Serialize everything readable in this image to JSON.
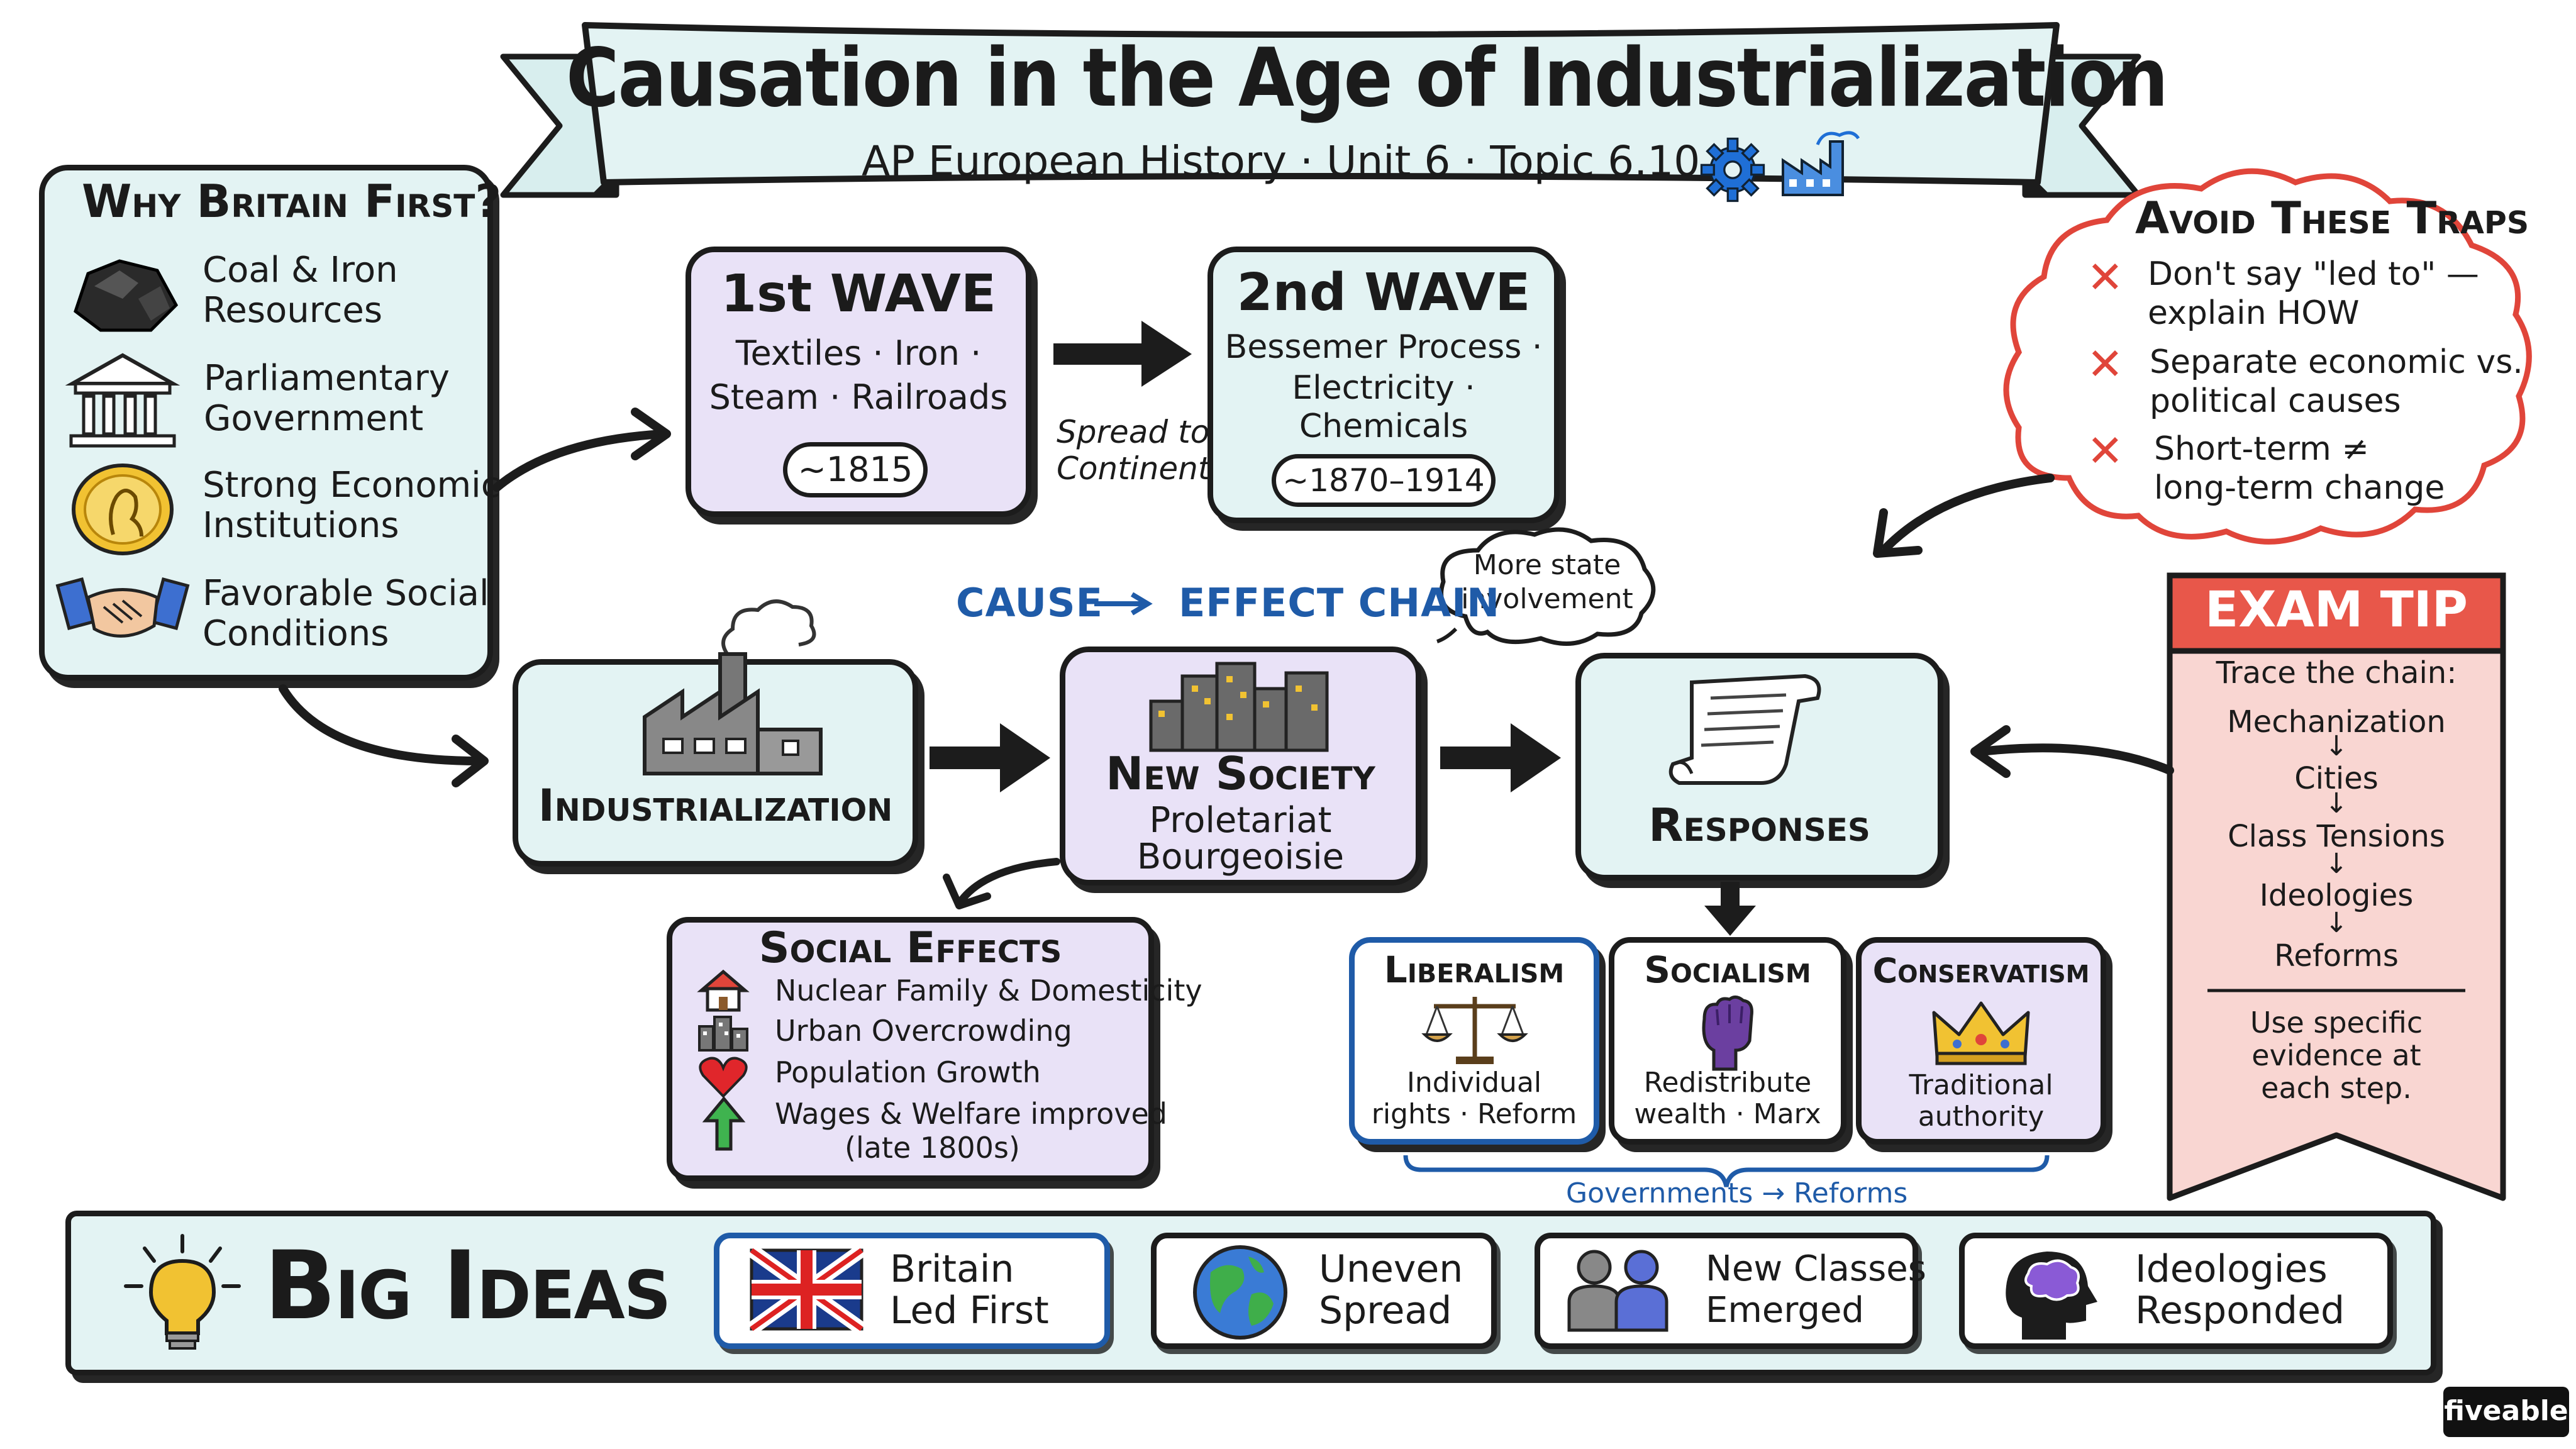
{
  "banner": {
    "title": "Causation in the Age of Industrialization",
    "subtitle": "AP European History · Unit 6 · Topic 6.10"
  },
  "why_britain": {
    "heading": "Why Britain First?",
    "items": [
      {
        "line1": "Coal & Iron",
        "line2": "Resources",
        "icon": "coal-icon"
      },
      {
        "line1": "Parliamentary",
        "line2": "Government",
        "icon": "parliament-building-icon"
      },
      {
        "line1": "Strong Economic",
        "line2": "Institutions",
        "icon": "gold-coin-icon"
      },
      {
        "line1": "Favorable Social",
        "line2": "Conditions",
        "icon": "handshake-icon"
      }
    ]
  },
  "wave1": {
    "title": "1st WAVE",
    "line1": "Textiles · Iron ·",
    "line2": "Steam · Railroads",
    "date": "~1815"
  },
  "spread": {
    "line1": "Spread to",
    "line2": "Continent"
  },
  "wave2": {
    "title": "2nd WAVE",
    "line1": "Bessemer Process ·",
    "line2": "Electricity ·",
    "line3": "Chemicals",
    "date": "~1870–1914"
  },
  "cloud_note": {
    "line1": "More state",
    "line2": "involvement"
  },
  "traps": {
    "heading": "Avoid These Traps",
    "items": [
      {
        "line1": "Don't say \"led to\" —",
        "line2": "explain HOW"
      },
      {
        "line1": "Separate economic vs.",
        "line2": "political causes"
      },
      {
        "line1": "Short-term ≠",
        "line2": "long-term change"
      }
    ]
  },
  "chain": {
    "label_cause": "CAUSE",
    "label_effect": "EFFECT CHAIN",
    "industrialization": "Industrialization",
    "new_society": {
      "title": "New Society",
      "line1": "Proletariat",
      "line2": "Bourgeoisie"
    },
    "responses": "Responses"
  },
  "social_effects": {
    "heading": "Social Effects",
    "items": [
      {
        "text": "Nuclear Family & Domesticity",
        "icon": "house-icon"
      },
      {
        "text": "Urban Overcrowding",
        "icon": "city-icon"
      },
      {
        "text": "Population Growth",
        "icon": "heart-icon"
      },
      {
        "text": "Wages & Welfare improved",
        "text2": "(late 1800s)",
        "icon": "up-arrow-icon"
      }
    ]
  },
  "ideologies": [
    {
      "title": "Liberalism",
      "line1": "Individual",
      "line2": "rights · Reform",
      "icon": "scales-icon"
    },
    {
      "title": "Socialism",
      "line1": "Redistribute",
      "line2": "wealth · Marx",
      "icon": "raised-fist-icon"
    },
    {
      "title": "Conservatism",
      "line1": "Traditional",
      "line2": "authority",
      "icon": "crown-icon"
    }
  ],
  "governments": {
    "left": "Governments",
    "right": "Reforms"
  },
  "exam_tip": {
    "heading": "EXAM TIP",
    "intro": "Trace the chain:",
    "steps": [
      "Mechanization",
      "Cities",
      "Class Tensions",
      "Ideologies",
      "Reforms"
    ],
    "footer1": "Use specific",
    "footer2": "evidence at",
    "footer3": "each step."
  },
  "big_ideas": {
    "heading": "Big Ideas",
    "items": [
      {
        "line1": "Britain",
        "line2": "Led First",
        "icon": "union-jack-icon"
      },
      {
        "line1": "Uneven",
        "line2": "Spread",
        "icon": "globe-icon"
      },
      {
        "line1": "New Classes",
        "line2": "Emerged",
        "icon": "people-icon"
      },
      {
        "line1": "Ideologies",
        "line2": "Responded",
        "icon": "thinking-head-icon"
      }
    ]
  },
  "brand": "fiveable",
  "colors": {
    "mint": "#e3f3f3",
    "lavender": "#e9e2f7",
    "blue": "#1f5ba8",
    "red": "#e0453a",
    "tip": "#f9d6d2"
  }
}
